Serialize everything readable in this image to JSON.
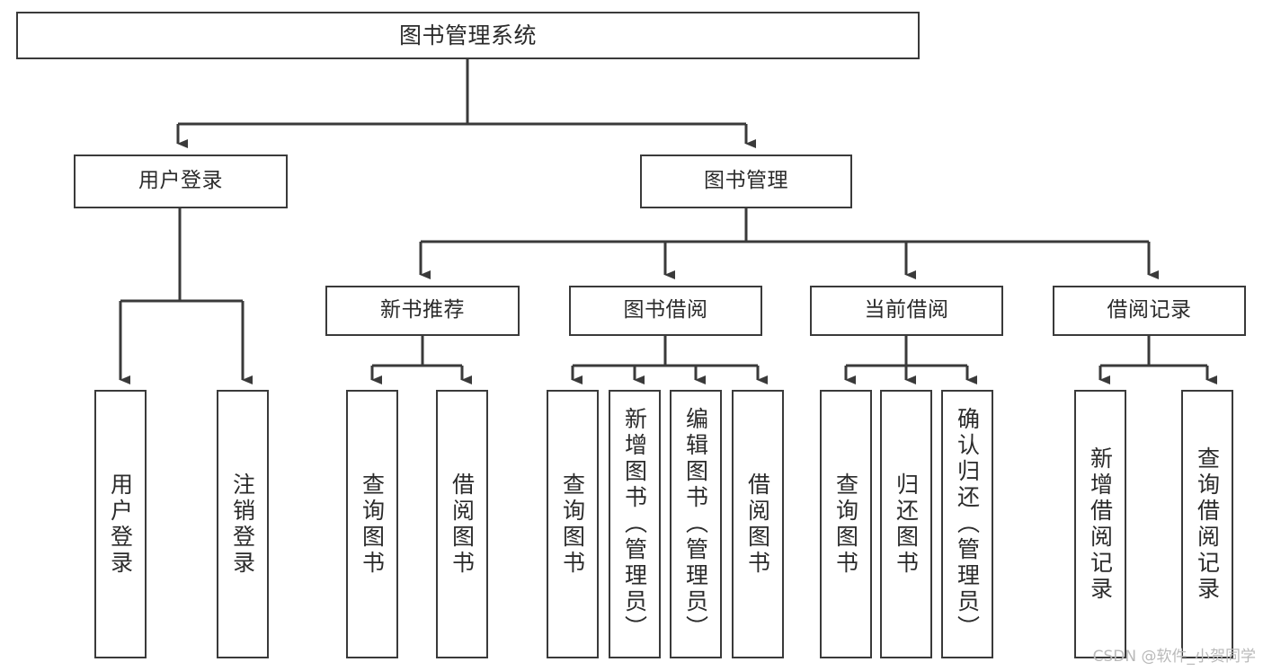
{
  "diagram": {
    "kind": "tree-hierarchy-chart",
    "colors": {
      "background": "#ffffff",
      "box_border": "#3a3a3a",
      "box_fill": "#ffffff",
      "text": "#2b2b2b",
      "connector": "#3a3a3a",
      "watermark": "#b9b9b9"
    },
    "root": {
      "label": "图书管理系统"
    },
    "level2": [
      {
        "key": "user_login",
        "label": "用户登录"
      },
      {
        "key": "book_manage",
        "label": "图书管理"
      }
    ],
    "level3": [
      {
        "key": "new_book_rec",
        "label": "新书推荐"
      },
      {
        "key": "book_borrow",
        "label": "图书借阅"
      },
      {
        "key": "current_borrow",
        "label": "当前借阅"
      },
      {
        "key": "borrow_record",
        "label": "借阅记录"
      }
    ],
    "leaves": {
      "user_login": [
        {
          "label": "用户登录"
        },
        {
          "label": "注销登录"
        }
      ],
      "new_book_rec": [
        {
          "label": "查询图书"
        },
        {
          "label": "借阅图书"
        }
      ],
      "book_borrow": [
        {
          "label": "查询图书"
        },
        {
          "label": "新增图书（管理员）"
        },
        {
          "label": "编辑图书（管理员）"
        },
        {
          "label": "借阅图书"
        }
      ],
      "current_borrow": [
        {
          "label": "查询图书"
        },
        {
          "label": "归还图书"
        },
        {
          "label": "确认归还（管理员）"
        }
      ],
      "borrow_record": [
        {
          "label": "新增借阅记录"
        },
        {
          "label": "查询借阅记录"
        }
      ]
    }
  },
  "watermark": {
    "text": "CSDN @软件_小贺同学"
  }
}
